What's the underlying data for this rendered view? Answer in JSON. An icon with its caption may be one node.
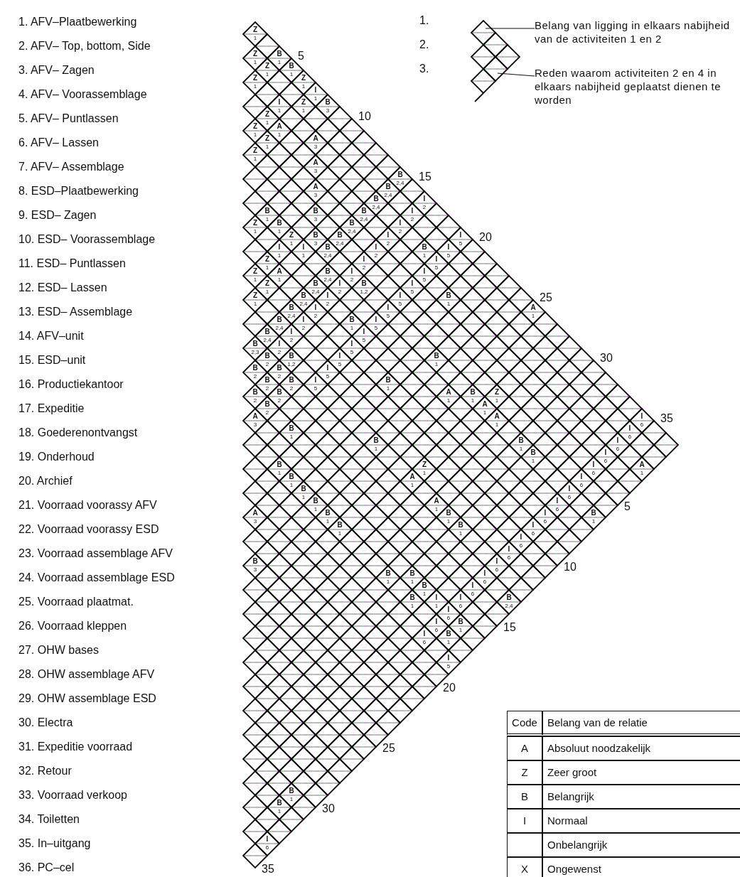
{
  "diagram": {
    "nodes": [
      {
        "text": [
          "1. AFV–Plaatbewerking"
        ]
      },
      {
        "text": [
          "2. AFV– Top, bottom, Side"
        ]
      },
      {
        "text": [
          "3. AFV– Zagen"
        ]
      },
      {
        "text": [
          "4. AFV– Voorassemblage"
        ]
      },
      {
        "text": [
          "5. AFV– Puntlassen"
        ]
      },
      {
        "text": [
          "6. AFV– Lassen"
        ]
      },
      {
        "text": [
          "7. AFV– Assemblage"
        ]
      },
      {
        "text": [
          "8. ESD–Plaatbewerking"
        ]
      },
      {
        "text": [
          "9. ESD– Zagen"
        ]
      },
      {
        "text": [
          "10. ESD– Voorassemblage"
        ]
      },
      {
        "text": [
          "11. ESD– Puntlassen"
        ]
      },
      {
        "text": [
          "12. ESD– Lassen"
        ]
      },
      {
        "text": [
          "13. ESD– Assemblage"
        ]
      },
      {
        "text": [
          "14. AFV–unit"
        ]
      },
      {
        "text": [
          "15. ESD–unit"
        ]
      },
      {
        "text": [
          "16. Productiekantoor"
        ]
      },
      {
        "text": [
          "17. Expeditie"
        ]
      },
      {
        "text": [
          "18. Goederenontvangst"
        ]
      },
      {
        "text": [
          "19. Onderhoud"
        ]
      },
      {
        "text": [
          "20. Archief"
        ]
      },
      {
        "text": [
          "21. Voorraad voorassy AFV"
        ]
      },
      {
        "text": [
          "22. Voorraad voorassy ESD"
        ]
      },
      {
        "text": [
          "23. Voorraad assemblage AFV"
        ]
      },
      {
        "text": [
          "24. Voorraad assemblage ESD"
        ]
      },
      {
        "text": [
          "25. Voorraad plaatmat."
        ]
      },
      {
        "text": [
          "26. Voorraad kleppen"
        ]
      },
      {
        "text": [
          "27. OHW bases"
        ]
      },
      {
        "text": [
          "28. OHW assemblage AFV"
        ]
      },
      {
        "text": [
          "29. OHW assemblage ESD"
        ]
      },
      {
        "text": [
          "30. Electra"
        ]
      },
      {
        "text": [
          "31. Expeditie voorraad"
        ]
      },
      {
        "text": [
          "32. Retour"
        ]
      },
      {
        "text": [
          "33. Voorraad verkoop"
        ]
      },
      {
        "text": [
          "34. Toiletten"
        ]
      },
      {
        "text": [
          "35. In–uitgang"
        ]
      },
      {
        "text": [
          "36. PC–cel"
        ]
      },
      {
        "text": [
          "1."
        ]
      },
      {
        "text": [
          "2."
        ]
      },
      {
        "text": [
          "3."
        ]
      },
      {
        "text": [
          "Belang van ligging in elkaars nabijheid van de activiteiten 1 en 2"
        ]
      },
      {
        "text": [
          "Reden waarom activiteiten 2 en 4 in elkaars nabijheid geplaatst dienen te worden"
        ]
      },
      {
        "text": [
          "Z",
          "1"
        ]
      },
      {
        "text": [
          "Z",
          "1"
        ]
      },
      {
        "text": [
          "B",
          "1"
        ]
      },
      {
        "text": [
          "Z",
          "1"
        ]
      },
      {
        "text": [
          "B",
          "1"
        ]
      },
      {
        "text": [
          "Z",
          "1"
        ]
      },
      {
        "text": [
          "Z",
          "1"
        ]
      },
      {
        "text": [
          "I",
          "1"
        ]
      },
      {
        "text": [
          "I",
          "1"
        ]
      },
      {
        "text": [
          "Z",
          "1"
        ]
      },
      {
        "text": [
          "B",
          "3"
        ]
      },
      {
        "text": [
          "Z",
          "1"
        ]
      },
      {
        "text": [
          "Z",
          "1"
        ]
      },
      {
        "text": [
          "A",
          "1"
        ]
      },
      {
        "text": [
          "Z",
          "1"
        ]
      },
      {
        "text": [
          "A",
          "3"
        ]
      },
      {
        "text": [
          "Z",
          "1"
        ]
      },
      {
        "text": [
          "A",
          "3"
        ]
      },
      {
        "text": [
          "B",
          "2,4"
        ]
      },
      {
        "text": [
          "A",
          "3"
        ]
      },
      {
        "text": [
          "B",
          "2,4"
        ]
      },
      {
        "text": [
          "B",
          "2,4"
        ]
      },
      {
        "text": [
          "I",
          "2"
        ]
      },
      {
        "text": [
          "B",
          "1"
        ]
      },
      {
        "text": [
          "B",
          "3"
        ]
      },
      {
        "text": [
          "B",
          "2,4"
        ]
      },
      {
        "text": [
          "I",
          "2"
        ]
      },
      {
        "text": [
          "Z",
          "1"
        ]
      },
      {
        "text": [
          "B",
          "1"
        ]
      },
      {
        "text": [
          "B",
          "2,4"
        ]
      },
      {
        "text": [
          "I",
          "2"
        ]
      },
      {
        "text": [
          "Z",
          "1"
        ]
      },
      {
        "text": [
          "B",
          "3"
        ]
      },
      {
        "text": [
          "B",
          "2,4"
        ]
      },
      {
        "text": [
          "I",
          "2"
        ]
      },
      {
        "text": [
          "I",
          "5"
        ]
      },
      {
        "text": [
          "I",
          "1"
        ]
      },
      {
        "text": [
          "I",
          "1"
        ]
      },
      {
        "text": [
          "B",
          "2,4"
        ]
      },
      {
        "text": [
          "I",
          "2"
        ]
      },
      {
        "text": [
          "B",
          "1"
        ]
      },
      {
        "text": [
          "I",
          "5"
        ]
      },
      {
        "text": [
          "Z",
          "1"
        ]
      },
      {
        "text": [
          "I",
          "2"
        ]
      },
      {
        "text": [
          "I",
          "5"
        ]
      },
      {
        "text": [
          "Z",
          "1"
        ]
      },
      {
        "text": [
          "A",
          "1"
        ]
      },
      {
        "text": [
          "B",
          "2,4"
        ]
      },
      {
        "text": [
          "I",
          "2"
        ]
      },
      {
        "text": [
          "I",
          "5"
        ]
      },
      {
        "text": [
          "Z",
          "1"
        ]
      },
      {
        "text": [
          "B",
          "2,4"
        ]
      },
      {
        "text": [
          "I",
          "2"
        ]
      },
      {
        "text": [
          "B",
          "1,2"
        ]
      },
      {
        "text": [
          "I",
          "5"
        ]
      },
      {
        "text": [
          "Z",
          "1"
        ]
      },
      {
        "text": [
          "B",
          "2,4"
        ]
      },
      {
        "text": [
          "I",
          "2"
        ]
      },
      {
        "text": [
          "I",
          "5"
        ]
      },
      {
        "text": [
          "B",
          "1"
        ]
      },
      {
        "text": [
          "B",
          "2,4"
        ]
      },
      {
        "text": [
          "I",
          "2"
        ]
      },
      {
        "text": [
          "I",
          "5"
        ]
      },
      {
        "text": [
          "A",
          "1"
        ]
      },
      {
        "text": [
          "B",
          "2,4"
        ]
      },
      {
        "text": [
          "I",
          "2"
        ]
      },
      {
        "text": [
          "B",
          "1"
        ]
      },
      {
        "text": [
          "I",
          "5"
        ]
      },
      {
        "text": [
          "B",
          "2,4"
        ]
      },
      {
        "text": [
          "I",
          "2"
        ]
      },
      {
        "text": [
          "I",
          "5"
        ]
      },
      {
        "text": [
          "B",
          "2,3"
        ]
      },
      {
        "text": [
          "I",
          "2"
        ]
      },
      {
        "text": [
          "I",
          "5"
        ]
      },
      {
        "text": [
          "B",
          "2"
        ]
      },
      {
        "text": [
          "B",
          "1,2"
        ]
      },
      {
        "text": [
          "I",
          "5"
        ]
      },
      {
        "text": [
          "B",
          "1"
        ]
      },
      {
        "text": [
          "B",
          "2"
        ]
      },
      {
        "text": [
          "B",
          "2"
        ]
      },
      {
        "text": [
          "I",
          "5"
        ]
      },
      {
        "text": [
          "B",
          "2"
        ]
      },
      {
        "text": [
          "B",
          "2"
        ]
      },
      {
        "text": [
          "I",
          "5"
        ]
      },
      {
        "text": [
          "B",
          "1"
        ]
      },
      {
        "text": [
          "B",
          "2"
        ]
      },
      {
        "text": [
          "B",
          "2"
        ]
      },
      {
        "text": [
          "A",
          "1"
        ]
      },
      {
        "text": [
          "B",
          "1"
        ]
      },
      {
        "text": [
          "Z",
          "1"
        ]
      },
      {
        "text": [
          "B",
          "2"
        ]
      },
      {
        "text": [
          "A",
          "1"
        ]
      },
      {
        "text": [
          "A",
          "3"
        ]
      },
      {
        "text": [
          "A",
          "1"
        ]
      },
      {
        "text": [
          "I",
          "6"
        ]
      },
      {
        "text": [
          "B",
          "1"
        ]
      },
      {
        "text": [
          "I",
          "6"
        ]
      },
      {
        "text": [
          "B",
          "1"
        ]
      },
      {
        "text": [
          "B",
          "1"
        ]
      },
      {
        "text": [
          "I",
          "6"
        ]
      },
      {
        "text": [
          "B",
          "1"
        ]
      },
      {
        "text": [
          "I",
          "6"
        ]
      },
      {
        "text": [
          "B",
          "1"
        ]
      },
      {
        "text": [
          "Z",
          "1"
        ]
      },
      {
        "text": [
          "I",
          "6"
        ]
      },
      {
        "text": [
          "A",
          "1"
        ]
      },
      {
        "text": [
          "B",
          "1"
        ]
      },
      {
        "text": [
          "A",
          "1"
        ]
      },
      {
        "text": [
          "I",
          "6"
        ]
      },
      {
        "text": [
          "B",
          "1"
        ]
      },
      {
        "text": [
          "I",
          "6"
        ]
      },
      {
        "text": [
          "B",
          "1"
        ]
      },
      {
        "text": [
          "A",
          "1"
        ]
      },
      {
        "text": [
          "I",
          "6"
        ]
      },
      {
        "text": [
          "A",
          "3"
        ]
      },
      {
        "text": [
          "B",
          "1"
        ]
      },
      {
        "text": [
          "B",
          "1"
        ]
      },
      {
        "text": [
          "I",
          "6"
        ]
      },
      {
        "text": [
          "B",
          "1"
        ]
      },
      {
        "text": [
          "B",
          "1"
        ]
      },
      {
        "text": [
          "B",
          "1"
        ]
      },
      {
        "text": [
          "I",
          "6"
        ]
      },
      {
        "text": [
          "I",
          "6"
        ]
      },
      {
        "text": [
          "I",
          "6"
        ]
      },
      {
        "text": [
          "B",
          "3"
        ]
      },
      {
        "text": [
          "I",
          "6"
        ]
      },
      {
        "text": [
          "B",
          "1"
        ]
      },
      {
        "text": [
          "B",
          "1"
        ]
      },
      {
        "text": [
          "I",
          "6"
        ]
      },
      {
        "text": [
          "B",
          "1"
        ]
      },
      {
        "text": [
          "I",
          "6"
        ]
      },
      {
        "text": [
          "B",
          "1"
        ]
      },
      {
        "text": [
          "I",
          "1"
        ]
      },
      {
        "text": [
          "I",
          "6"
        ]
      },
      {
        "text": [
          "B",
          "2,4"
        ]
      },
      {
        "text": [
          "I",
          "6"
        ]
      },
      {
        "text": [
          "I",
          "6"
        ]
      },
      {
        "text": [
          "B",
          "1"
        ]
      },
      {
        "text": [
          "I",
          "6"
        ]
      },
      {
        "text": [
          "B",
          "1"
        ]
      },
      {
        "text": [
          "I",
          "5"
        ]
      },
      {
        "text": [
          "B",
          "1"
        ]
      },
      {
        "text": [
          "B",
          "1"
        ]
      },
      {
        "text": [
          "I",
          "6"
        ]
      }
    ],
    "edges": [
      {
        "from": 39,
        "to": null,
        "arrow": "none"
      },
      {
        "from": 40,
        "to": null,
        "arrow": "none"
      }
    ],
    "labels": [
      "5",
      "10",
      "15",
      "20",
      "25",
      "30",
      "35",
      "5",
      "10",
      "15",
      "20",
      "25",
      "30",
      "35",
      "Code",
      "Belang van de relatie",
      "A",
      "Absoluut noodzakelijk",
      "Z",
      "Zeer groot",
      "B",
      "Belangrijk",
      "I",
      "Normaal",
      "Onbelangrijk",
      "X",
      "Ongewenst"
    ]
  }
}
